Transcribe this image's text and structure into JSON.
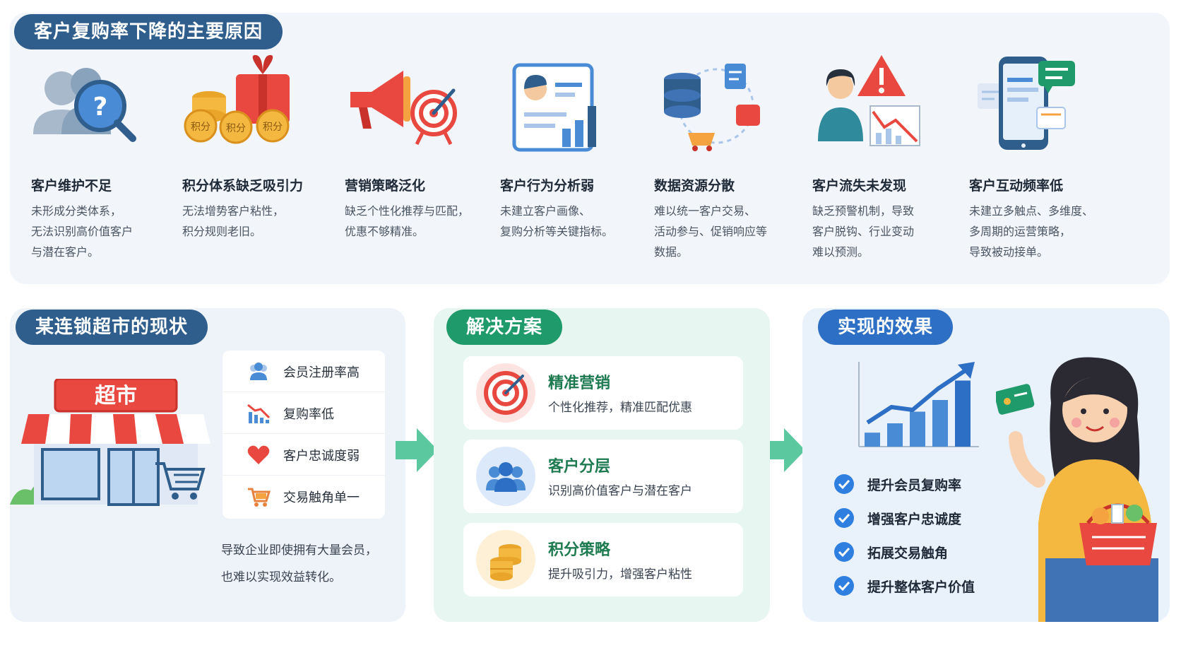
{
  "top": {
    "title": "客户复购率下降的主要原因",
    "reasons": [
      {
        "title": "客户维护不足",
        "desc": [
          "未形成分类体系，",
          "无法识别高价值客户",
          "与潜在客户。"
        ],
        "icon": "customer-search-icon"
      },
      {
        "title": "积分体系缺乏吸引力",
        "desc": [
          "无法增势客户粘性，",
          "积分规则老旧。"
        ],
        "icon": "points-gift-icon",
        "coin_labels": [
          "积分",
          "积分",
          "积分"
        ]
      },
      {
        "title": "营销策略泛化",
        "desc": [
          "缺乏个性化推荐与匹配，",
          "优惠不够精准。"
        ],
        "icon": "megaphone-target-icon"
      },
      {
        "title": "客户行为分析弱",
        "desc": [
          "未建立客户画像、",
          "复购分析等关键指标。"
        ],
        "icon": "profile-chart-icon"
      },
      {
        "title": "数据资源分散",
        "desc": [
          "难以统一客户交易、",
          "活动参与、促销响应等",
          "数据。"
        ],
        "icon": "database-scatter-icon"
      },
      {
        "title": "客户流失未发现",
        "desc": [
          "缺乏预警机制，导致",
          "客户脱钩、行业变动",
          "难以预测。"
        ],
        "icon": "churn-warning-icon"
      },
      {
        "title": "客户互动频率低",
        "desc": [
          "未建立多触点、多维度、",
          "多周期的运营策略，",
          "导致被动接单。"
        ],
        "icon": "phone-message-icon"
      }
    ]
  },
  "status": {
    "title": "某连锁超市的现状",
    "store_sign": "超市",
    "items": [
      {
        "label": "会员注册率高",
        "icon": "members-icon"
      },
      {
        "label": "复购率低",
        "icon": "decline-chart-icon"
      },
      {
        "label": "客户忠诚度弱",
        "icon": "heart-icon"
      },
      {
        "label": "交易触角单一",
        "icon": "cart-icon"
      }
    ],
    "note": [
      "导致企业即使拥有大量会员，",
      "也难以实现效益转化。"
    ]
  },
  "solution": {
    "title": "解决方案",
    "cards": [
      {
        "title": "精准营销",
        "desc": "个性化推荐，精准匹配优惠",
        "icon": "target-icon"
      },
      {
        "title": "客户分层",
        "desc": "识别高价值客户与潜在客户",
        "icon": "user-group-icon"
      },
      {
        "title": "积分策略",
        "desc": "提升吸引力，增强客户粘性",
        "icon": "coin-stack-icon"
      }
    ]
  },
  "effect": {
    "title": "实现的效果",
    "items": [
      {
        "label": "提升会员复购率"
      },
      {
        "label": "增强客户忠诚度"
      },
      {
        "label": "拓展交易触角"
      },
      {
        "label": "提升整体客户价值"
      }
    ],
    "growth_bars": [
      0.18,
      0.3,
      0.45,
      0.6,
      0.85
    ]
  },
  "colors": {
    "navy": "#2f5e8c",
    "green": "#1f9a6a",
    "blue": "#2d6fc4",
    "red": "#e8483f",
    "orange": "#f4a340",
    "check": "#2f7fe0"
  }
}
